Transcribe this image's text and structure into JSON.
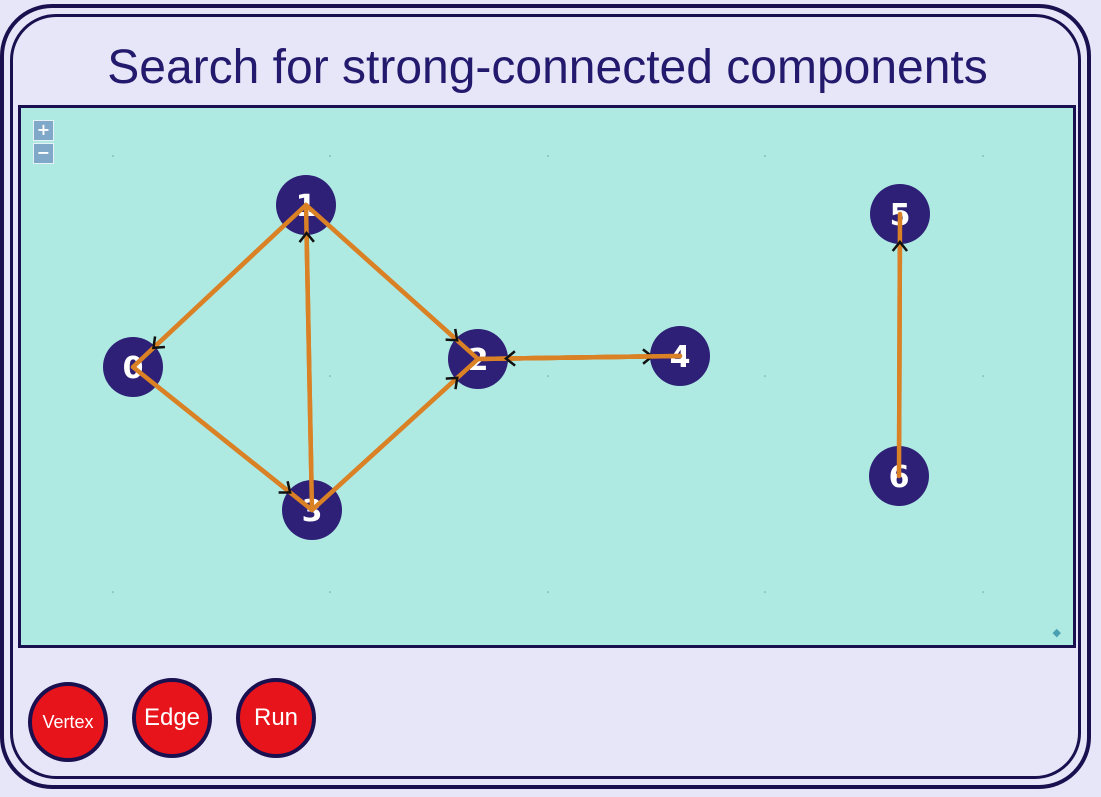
{
  "title": "Search for strong-connected components",
  "zoom": {
    "in_label": "+",
    "out_label": "−"
  },
  "graph": {
    "vertices": [
      {
        "id": "0",
        "label": "0"
      },
      {
        "id": "1",
        "label": "1"
      },
      {
        "id": "2",
        "label": "2"
      },
      {
        "id": "3",
        "label": "3"
      },
      {
        "id": "4",
        "label": "4"
      },
      {
        "id": "5",
        "label": "5"
      },
      {
        "id": "6",
        "label": "6"
      }
    ],
    "edges": [
      {
        "from": "1",
        "to": "0"
      },
      {
        "from": "1",
        "to": "2"
      },
      {
        "from": "3",
        "to": "1"
      },
      {
        "from": "0",
        "to": "3"
      },
      {
        "from": "3",
        "to": "2"
      },
      {
        "from": "2",
        "to": "4"
      },
      {
        "from": "4",
        "to": "2"
      },
      {
        "from": "6",
        "to": "5"
      }
    ],
    "colors": {
      "vertex": "#2e1f77",
      "edge": "#d98124",
      "arrow": "#111111",
      "background": "#aee9e2"
    }
  },
  "buttons": {
    "vertex": "Vertex",
    "edge": "Edge",
    "run": "Run"
  }
}
